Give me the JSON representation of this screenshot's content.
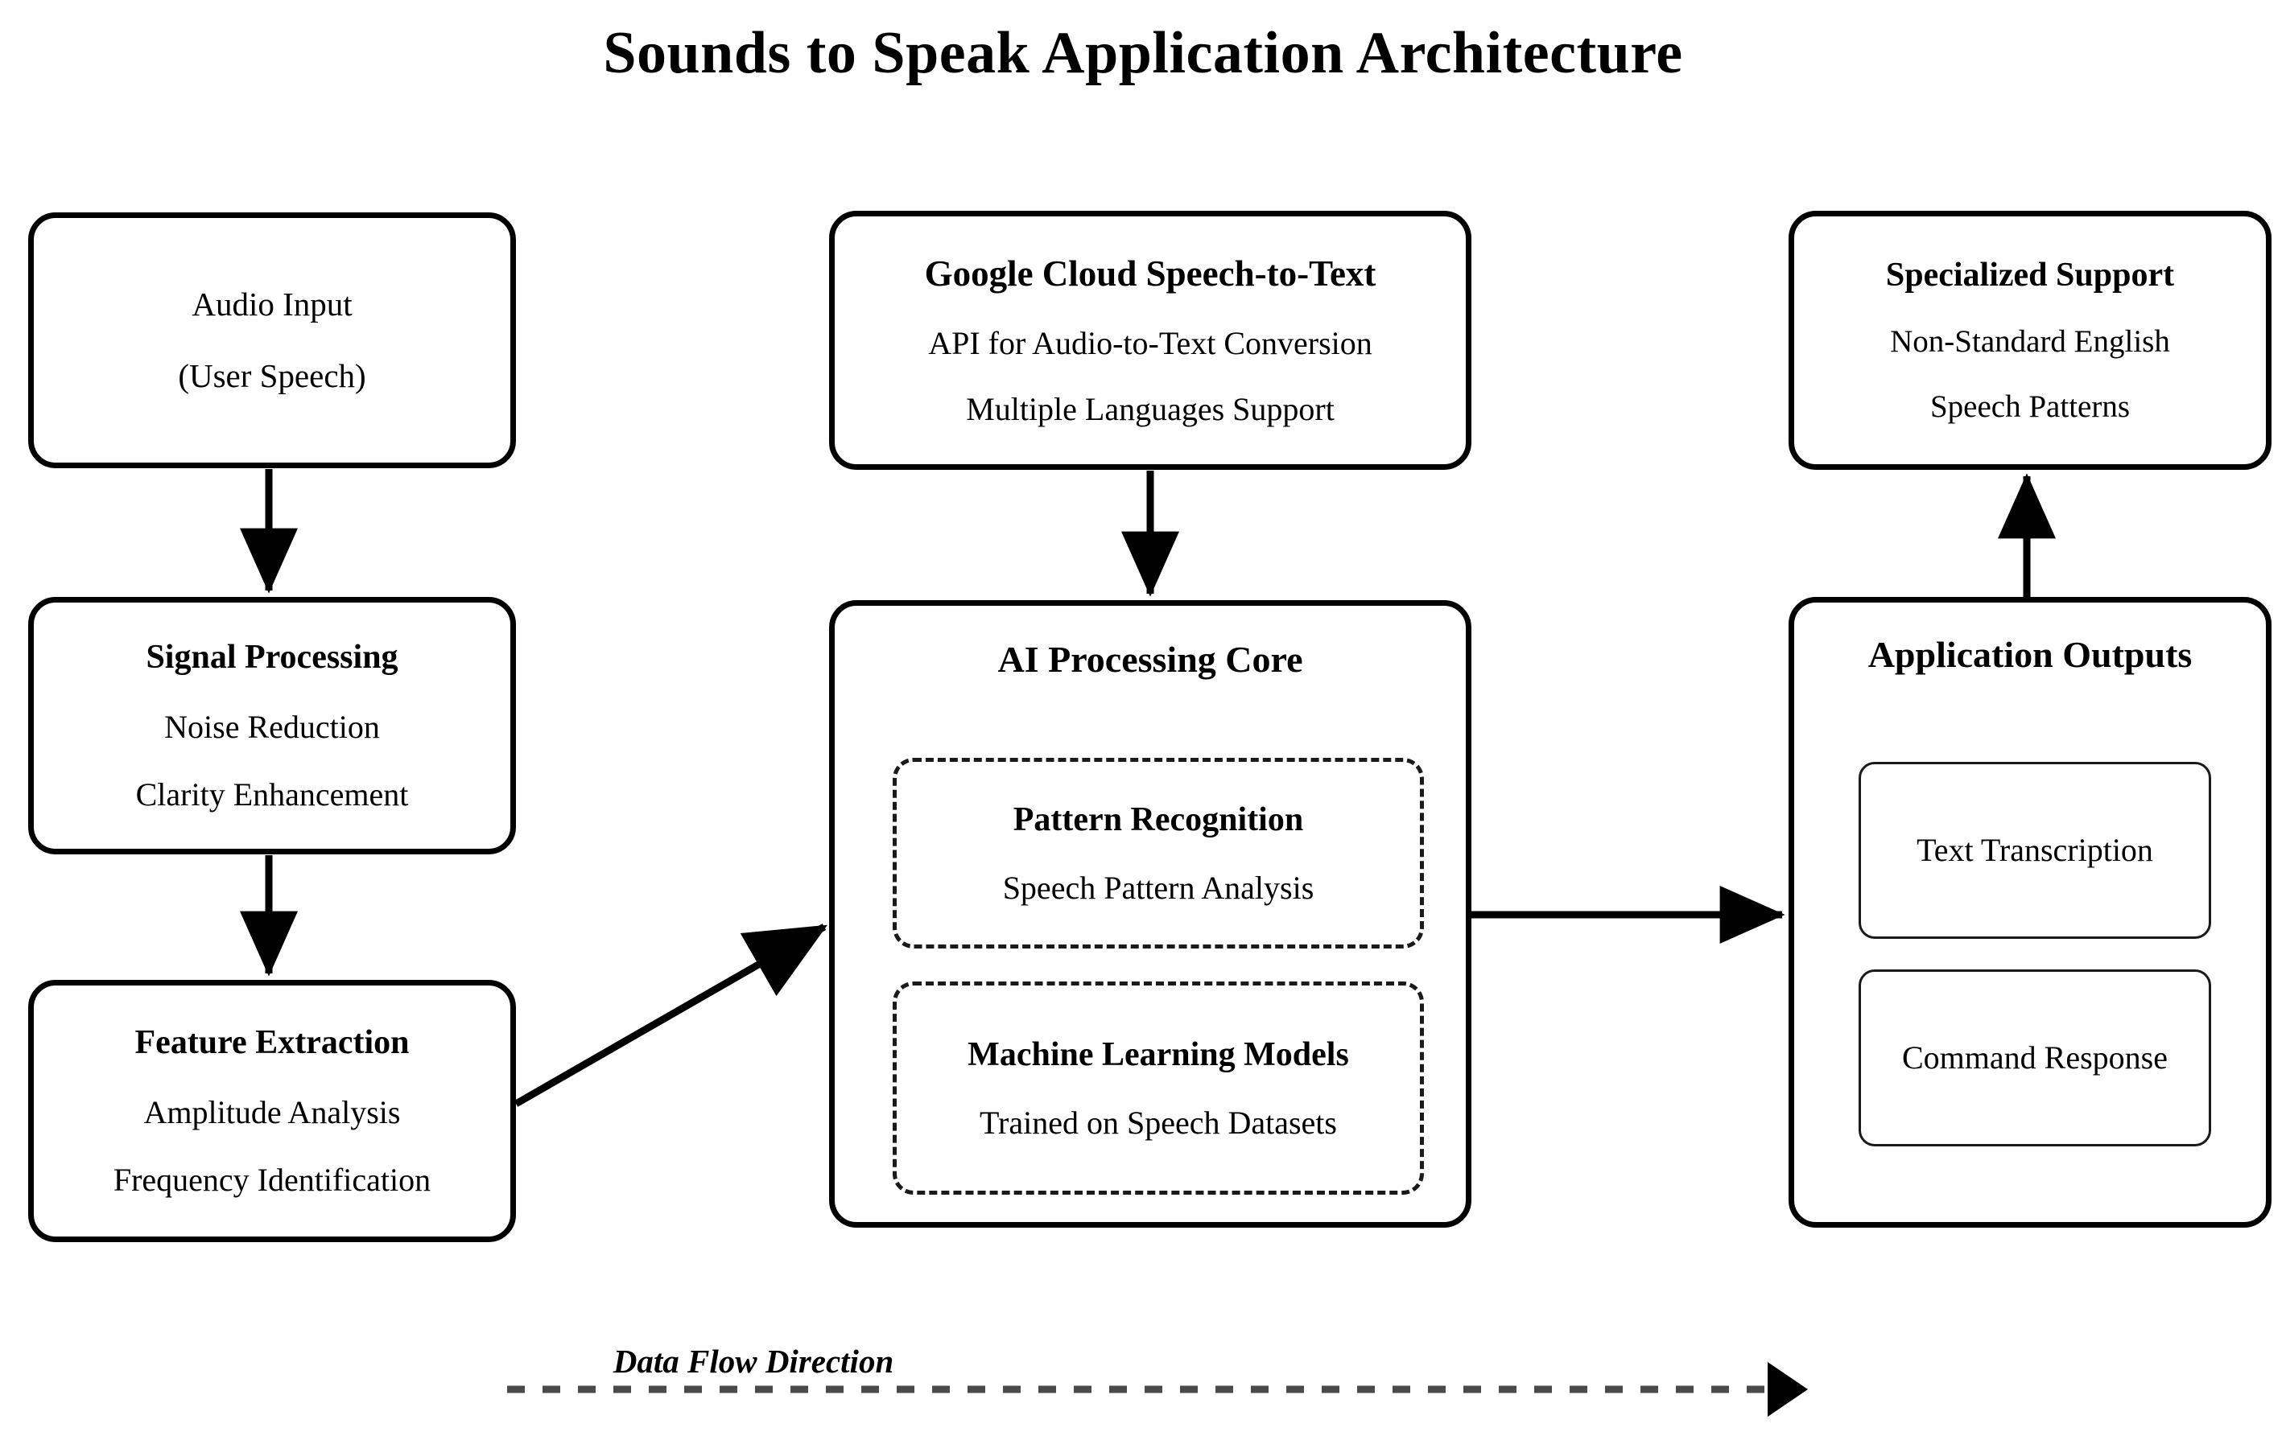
{
  "title": "Sounds to Speak Application Architecture",
  "nodes": {
    "audio_input": {
      "line1": "Audio Input",
      "line2": "(User Speech)"
    },
    "signal_processing": {
      "title": "Signal Processing",
      "line1": "Noise Reduction",
      "line2": "Clarity Enhancement"
    },
    "feature_extraction": {
      "title": "Feature Extraction",
      "line1": "Amplitude Analysis",
      "line2": "Frequency Identification"
    },
    "google_cloud": {
      "title": "Google Cloud Speech-to-Text",
      "line1": "API for Audio-to-Text Conversion",
      "line2": "Multiple Languages Support"
    },
    "ai_core": {
      "title": "AI Processing Core",
      "modules": [
        {
          "title": "Pattern Recognition",
          "line1": "Speech Pattern Analysis"
        },
        {
          "title": "Machine Learning Models",
          "line1": "Trained on Speech Datasets"
        }
      ]
    },
    "specialized_support": {
      "title": "Specialized Support",
      "line1": "Non-Standard English",
      "line2": "Speech Patterns"
    },
    "application_outputs": {
      "title": "Application Outputs",
      "chips": [
        {
          "label": "Text Transcription"
        },
        {
          "label": "Command Response"
        }
      ]
    }
  },
  "legend": {
    "label": "Data Flow Direction"
  },
  "colors": {
    "stroke": "#000000",
    "dashed_stroke": "#1a1a1a",
    "background": "#ffffff",
    "text": "#000000"
  }
}
